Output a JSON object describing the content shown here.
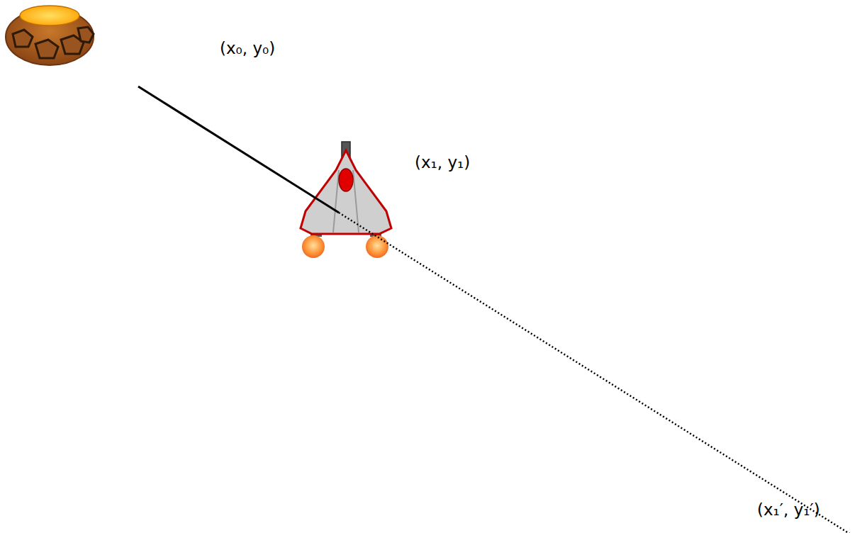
{
  "diagram": {
    "labels": [
      "(x₀, y₀)",
      "(x₁, y₁)",
      "(x₁′, y₁′)"
    ]
  }
}
